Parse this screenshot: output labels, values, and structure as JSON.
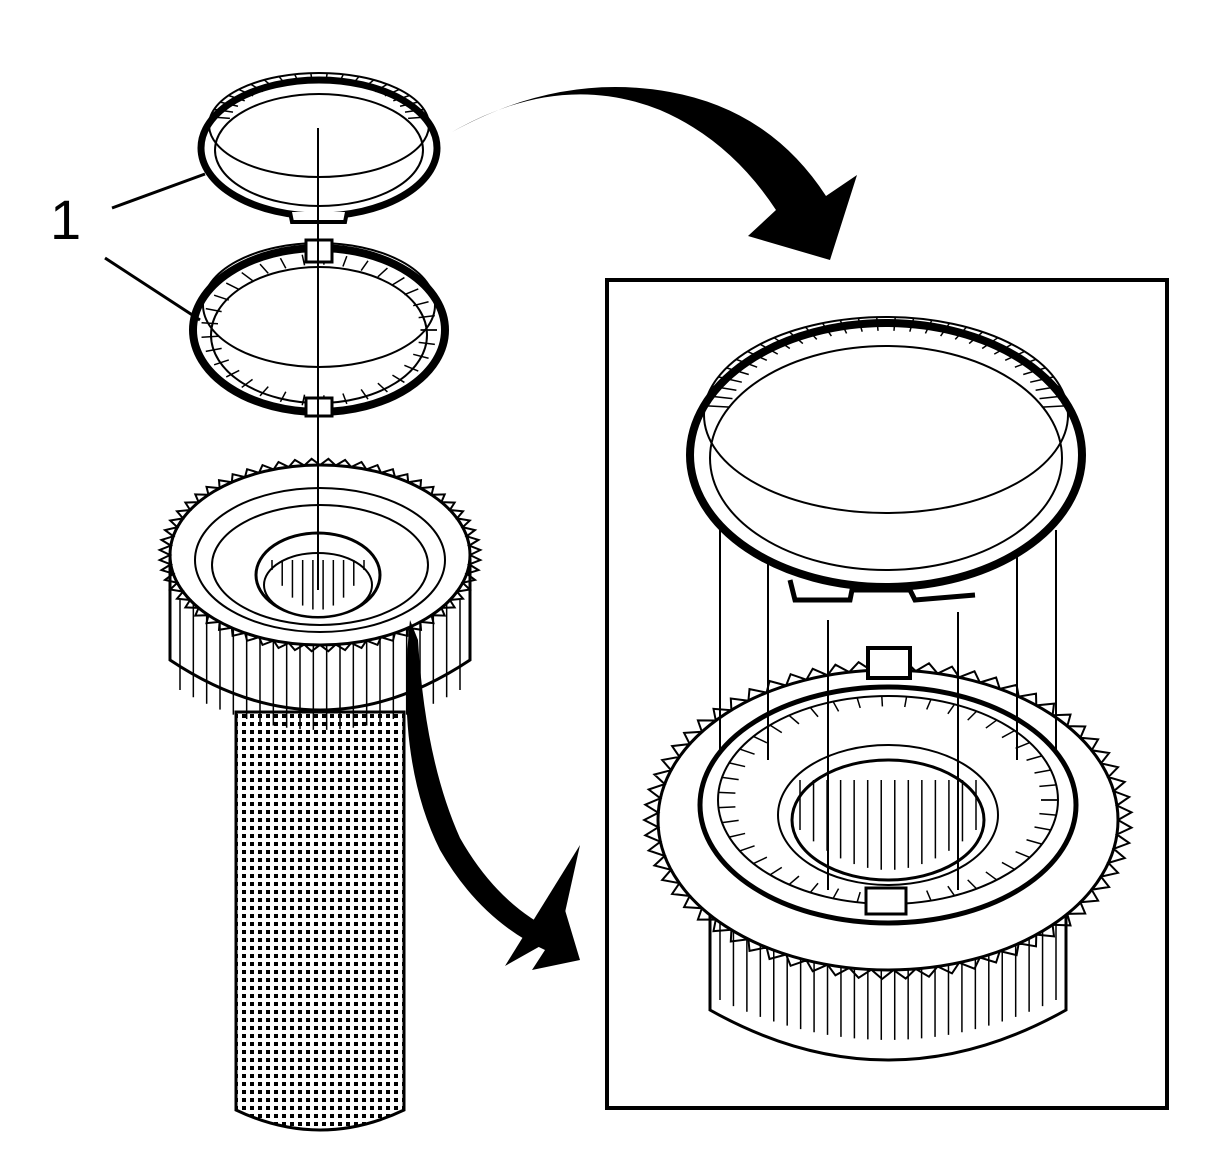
{
  "figure": {
    "callout_number": "1",
    "colors": {
      "line": "#000000",
      "fill": "#ffffff"
    },
    "parts": {
      "left_group": [
        "upper-ring-1",
        "lower-ring-1",
        "gear-hub",
        "splined-shaft-dotted"
      ],
      "inset": [
        "upper-ring",
        "gear-hub-with-ring"
      ]
    },
    "arrows": [
      "curved-arrow-to-inset-top",
      "curved-arrow-to-inset-side"
    ]
  }
}
